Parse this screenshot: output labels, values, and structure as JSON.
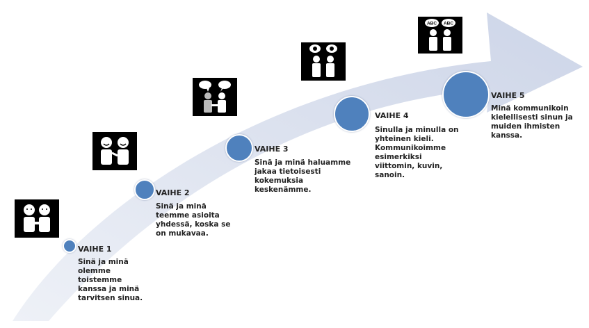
{
  "stages": [
    {
      "title": "VAIHE 1",
      "text": "Sinä ja minä\nolemme\ntoistemme\nkanssa ja minä\ntarvitsen sinua."
    },
    {
      "title": "VAIHE 2",
      "text": "Sinä ja minä\nteemme asioita\nyhdessä, koska se\non mukavaa."
    },
    {
      "title": "VAIHE 3",
      "text": "Sinä ja minä haluamme\njakaa tietoisesti\nkokemuksia\nkeskenämme."
    },
    {
      "title": "VAIHE 4",
      "text": "Sinulla ja minulla on\nyhteinen kieli.\nKommunikoimme\nesimerkiksi\nviittomin, kuvin,\nsanoin."
    },
    {
      "title": "VAIHE 5",
      "text": "Minä kommunikoin\nkielellisesti sinun ja\nmuiden ihmisten\nkanssa."
    }
  ],
  "pictogram_labels": [
    "ABC",
    "ABC"
  ],
  "colors": {
    "arrow": "#d6dceb",
    "circle": "#4f81bd",
    "pictogram_bg": "#000000"
  },
  "icons": [
    "two-people-icon",
    "two-smiling-people-icon",
    "people-speech-bubbles-icon",
    "people-eye-bubbles-icon",
    "people-abc-bubbles-icon"
  ]
}
